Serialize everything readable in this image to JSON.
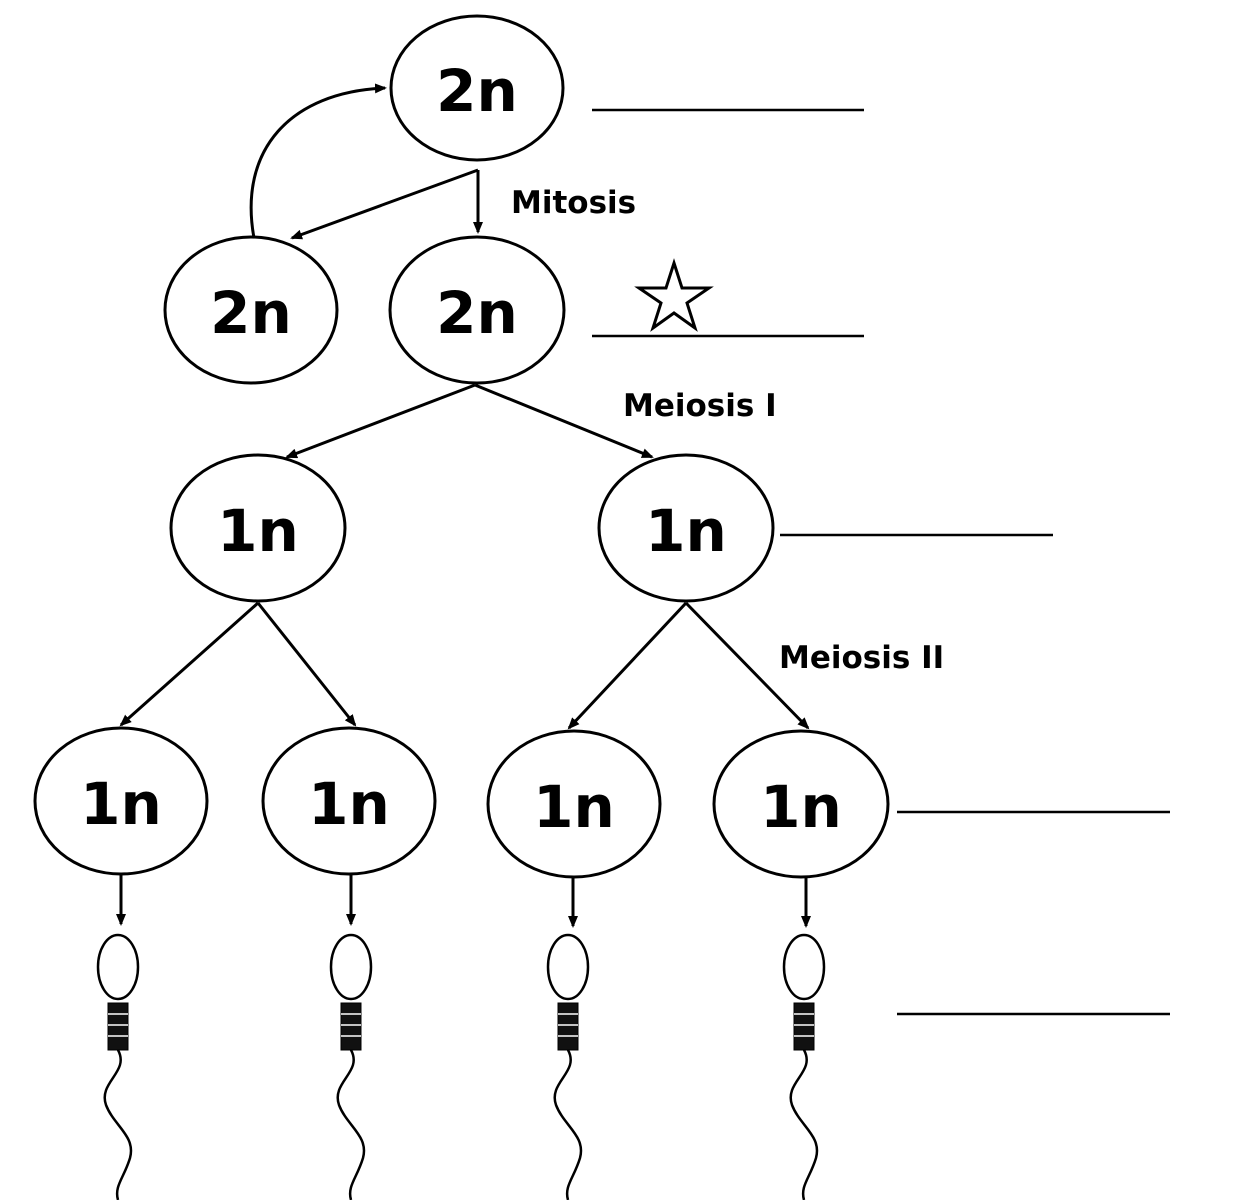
{
  "cells": {
    "top": "2n",
    "mitosis_left": "2n",
    "mitosis_right": "2n",
    "meiosis1_left": "1n",
    "meiosis1_right": "1n",
    "meiosis2_a": "1n",
    "meiosis2_b": "1n",
    "meiosis2_c": "1n",
    "meiosis2_d": "1n"
  },
  "labels": {
    "mitosis": "Mitosis",
    "meiosis1": "Meiosis I",
    "meiosis2": "Meiosis II"
  },
  "icons": {
    "star": "star-outline-icon",
    "sperm": "sperm-cell-icon"
  },
  "colors": {
    "stroke": "#000000",
    "background": "#ffffff"
  }
}
